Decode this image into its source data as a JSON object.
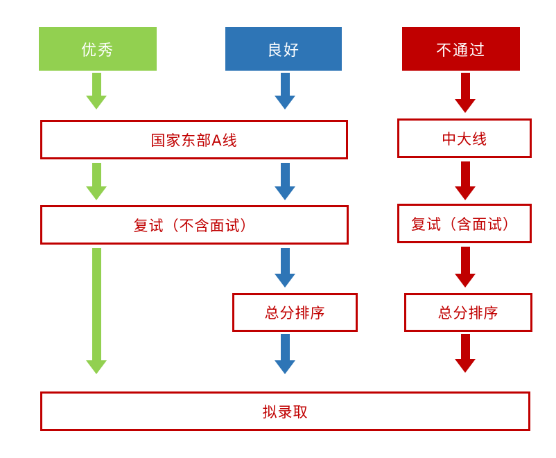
{
  "colors": {
    "green": "#92D050",
    "blue": "#2E75B6",
    "red": "#C00000",
    "box_border": "#C00000",
    "box_text": "#C00000",
    "header_text": "#FFFFFF",
    "background": "#FFFFFF"
  },
  "flowchart": {
    "headers": [
      {
        "label": "优秀",
        "color": "green"
      },
      {
        "label": "良好",
        "color": "blue"
      },
      {
        "label": "不通过",
        "color": "red"
      }
    ],
    "boxes": {
      "national_east_a_line": "国家东部A线",
      "zhongda_line": "中大线",
      "retest_without_interview": "复试（不含面试）",
      "retest_with_interview": "复试（含面试）",
      "total_score_ranking_middle": "总分排序",
      "total_score_ranking_right": "总分排序",
      "proposed_admission": "拟录取"
    }
  }
}
